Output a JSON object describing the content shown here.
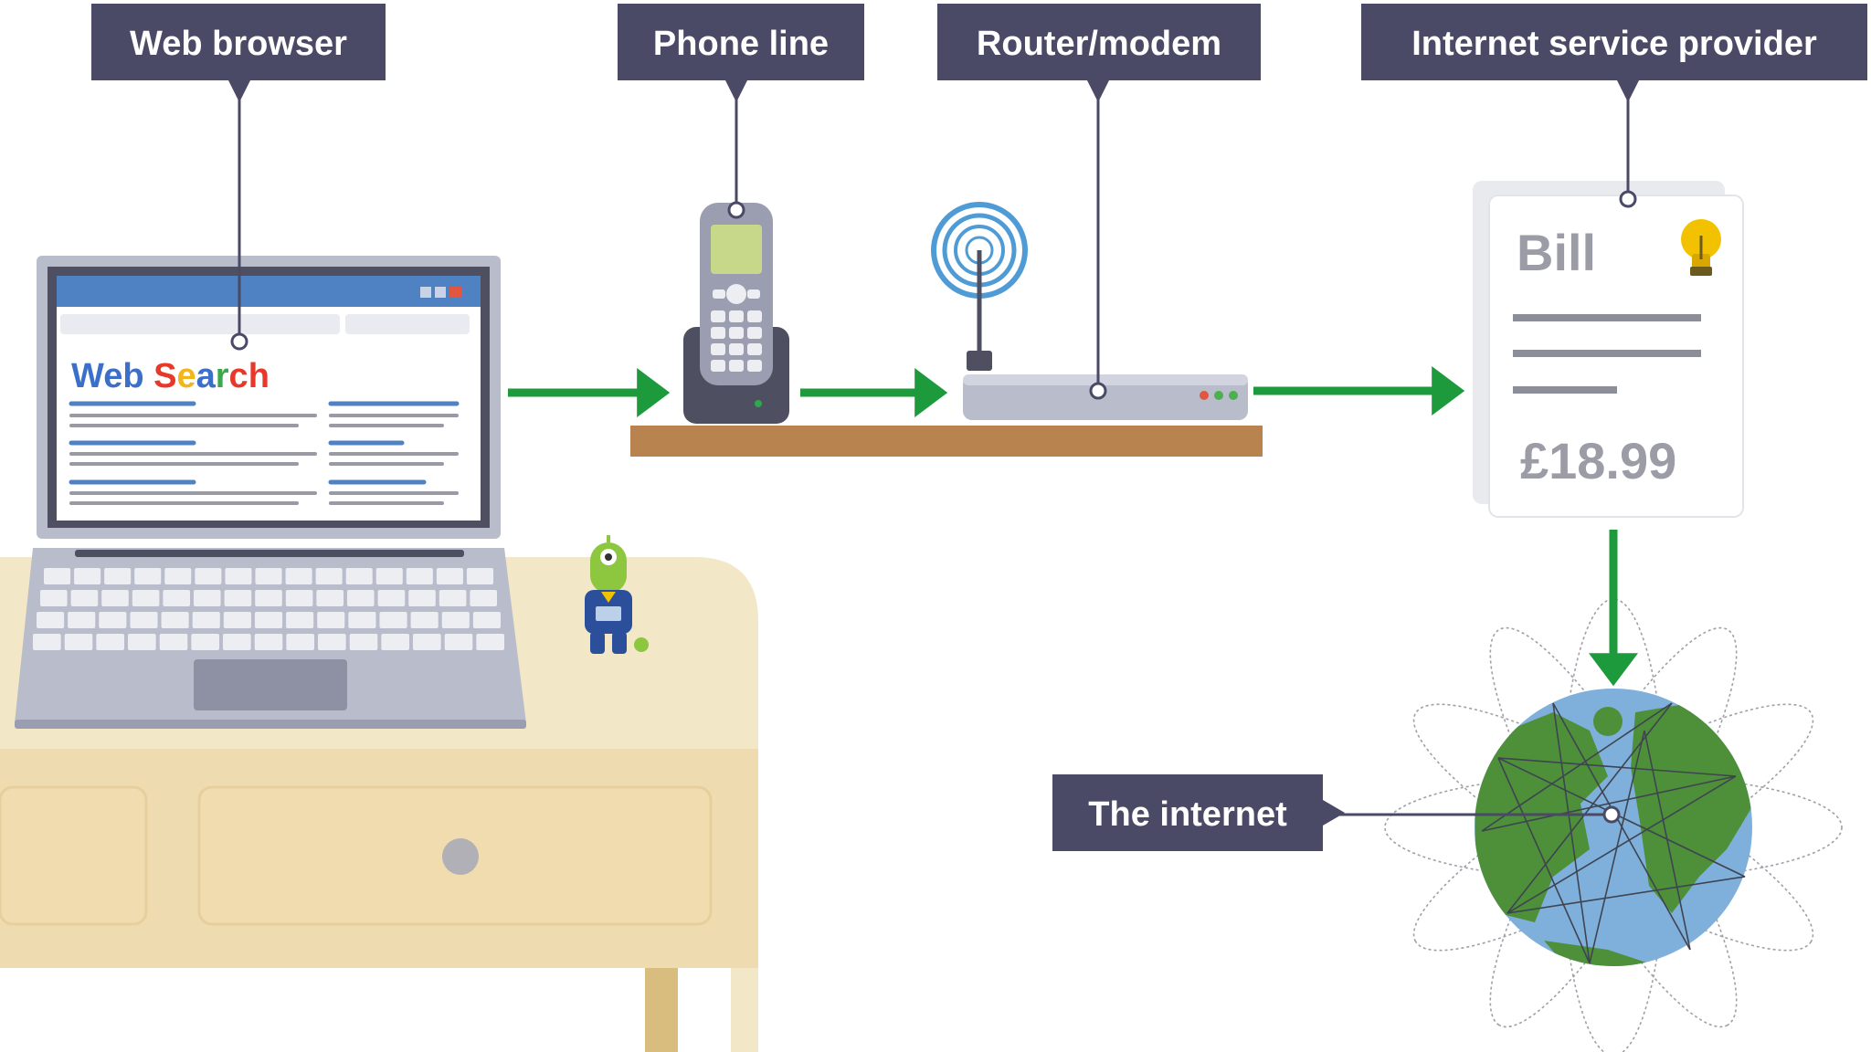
{
  "labels": {
    "web_browser": "Web browser",
    "phone_line": "Phone line",
    "router_modem": "Router/modem",
    "isp": "Internet service provider",
    "internet": "The internet"
  },
  "browser_screen": {
    "search_title": "Web Search",
    "title_letter_colors": [
      "#3b6fc9",
      "#3b6fc9",
      "#3b6fc9",
      "#3b6fc9",
      "#e8382a",
      "#f2b51b",
      "#3b6fc9",
      "#3ba84b",
      "#e8382a",
      "#e8382a"
    ]
  },
  "bill": {
    "title": "Bill",
    "amount": "£18.99"
  },
  "colors": {
    "label_bg": "#4a4a66",
    "label_text": "#ffffff",
    "arrow": "#1d9a3c",
    "shelf": "#b8834f",
    "desk": "#f2e7c6",
    "globe_ocean": "#7fb0dc",
    "globe_land": "#4e8f3a"
  }
}
